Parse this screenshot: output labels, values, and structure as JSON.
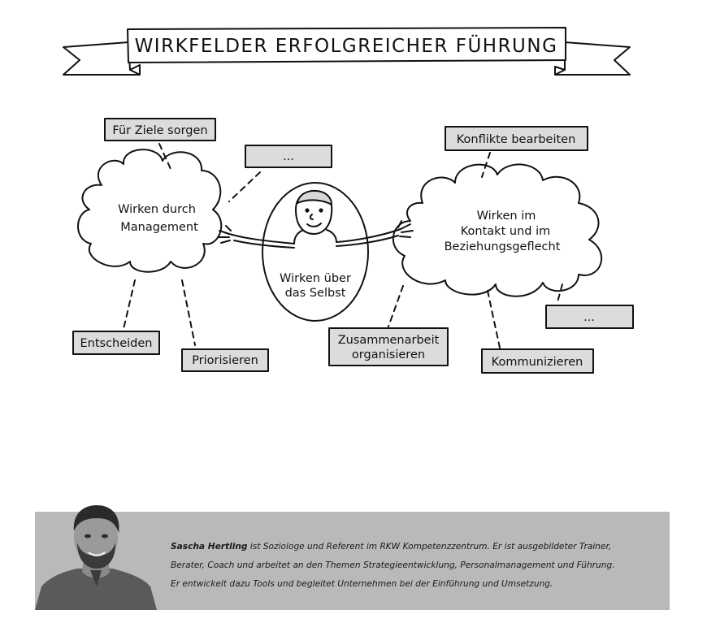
{
  "title": "WIRKFELDER ERFOLGREICHER FÜHRUNG",
  "clouds": {
    "management": [
      "Wirken durch",
      "Management"
    ],
    "kontakt": [
      "Wirken im",
      "Kontakt und im",
      "Beziehungsgeflecht"
    ],
    "selbst": [
      "Wirken über",
      "das Selbst"
    ]
  },
  "boxes": {
    "ziele": "Für Ziele sorgen",
    "dots_left": "...",
    "entscheiden": "Entscheiden",
    "priorisieren": "Priorisieren",
    "konflikte": "Konflikte bearbeiten",
    "zusammenarbeit": [
      "Zusammenarbeit",
      "organisieren"
    ],
    "kommunizieren": "Kommunizieren",
    "dots_right": "..."
  },
  "footer": {
    "name": "Sascha Hertling",
    "lines": [
      " ist Soziologe und Referent im RKW Kompetenzzentrum. Er ist ausgebildeter Trainer,",
      "Berater, Coach und arbeitet an den Themen Strategieentwicklung, Personalmanagement und Führung.",
      "Er entwickelt dazu Tools und begleitet Unternehmen bei der Einführung und Umsetzung."
    ]
  },
  "colors": {
    "box_fill": "#dcdcdc",
    "footer_bg": "#b9b9b9",
    "ink": "#111111"
  }
}
